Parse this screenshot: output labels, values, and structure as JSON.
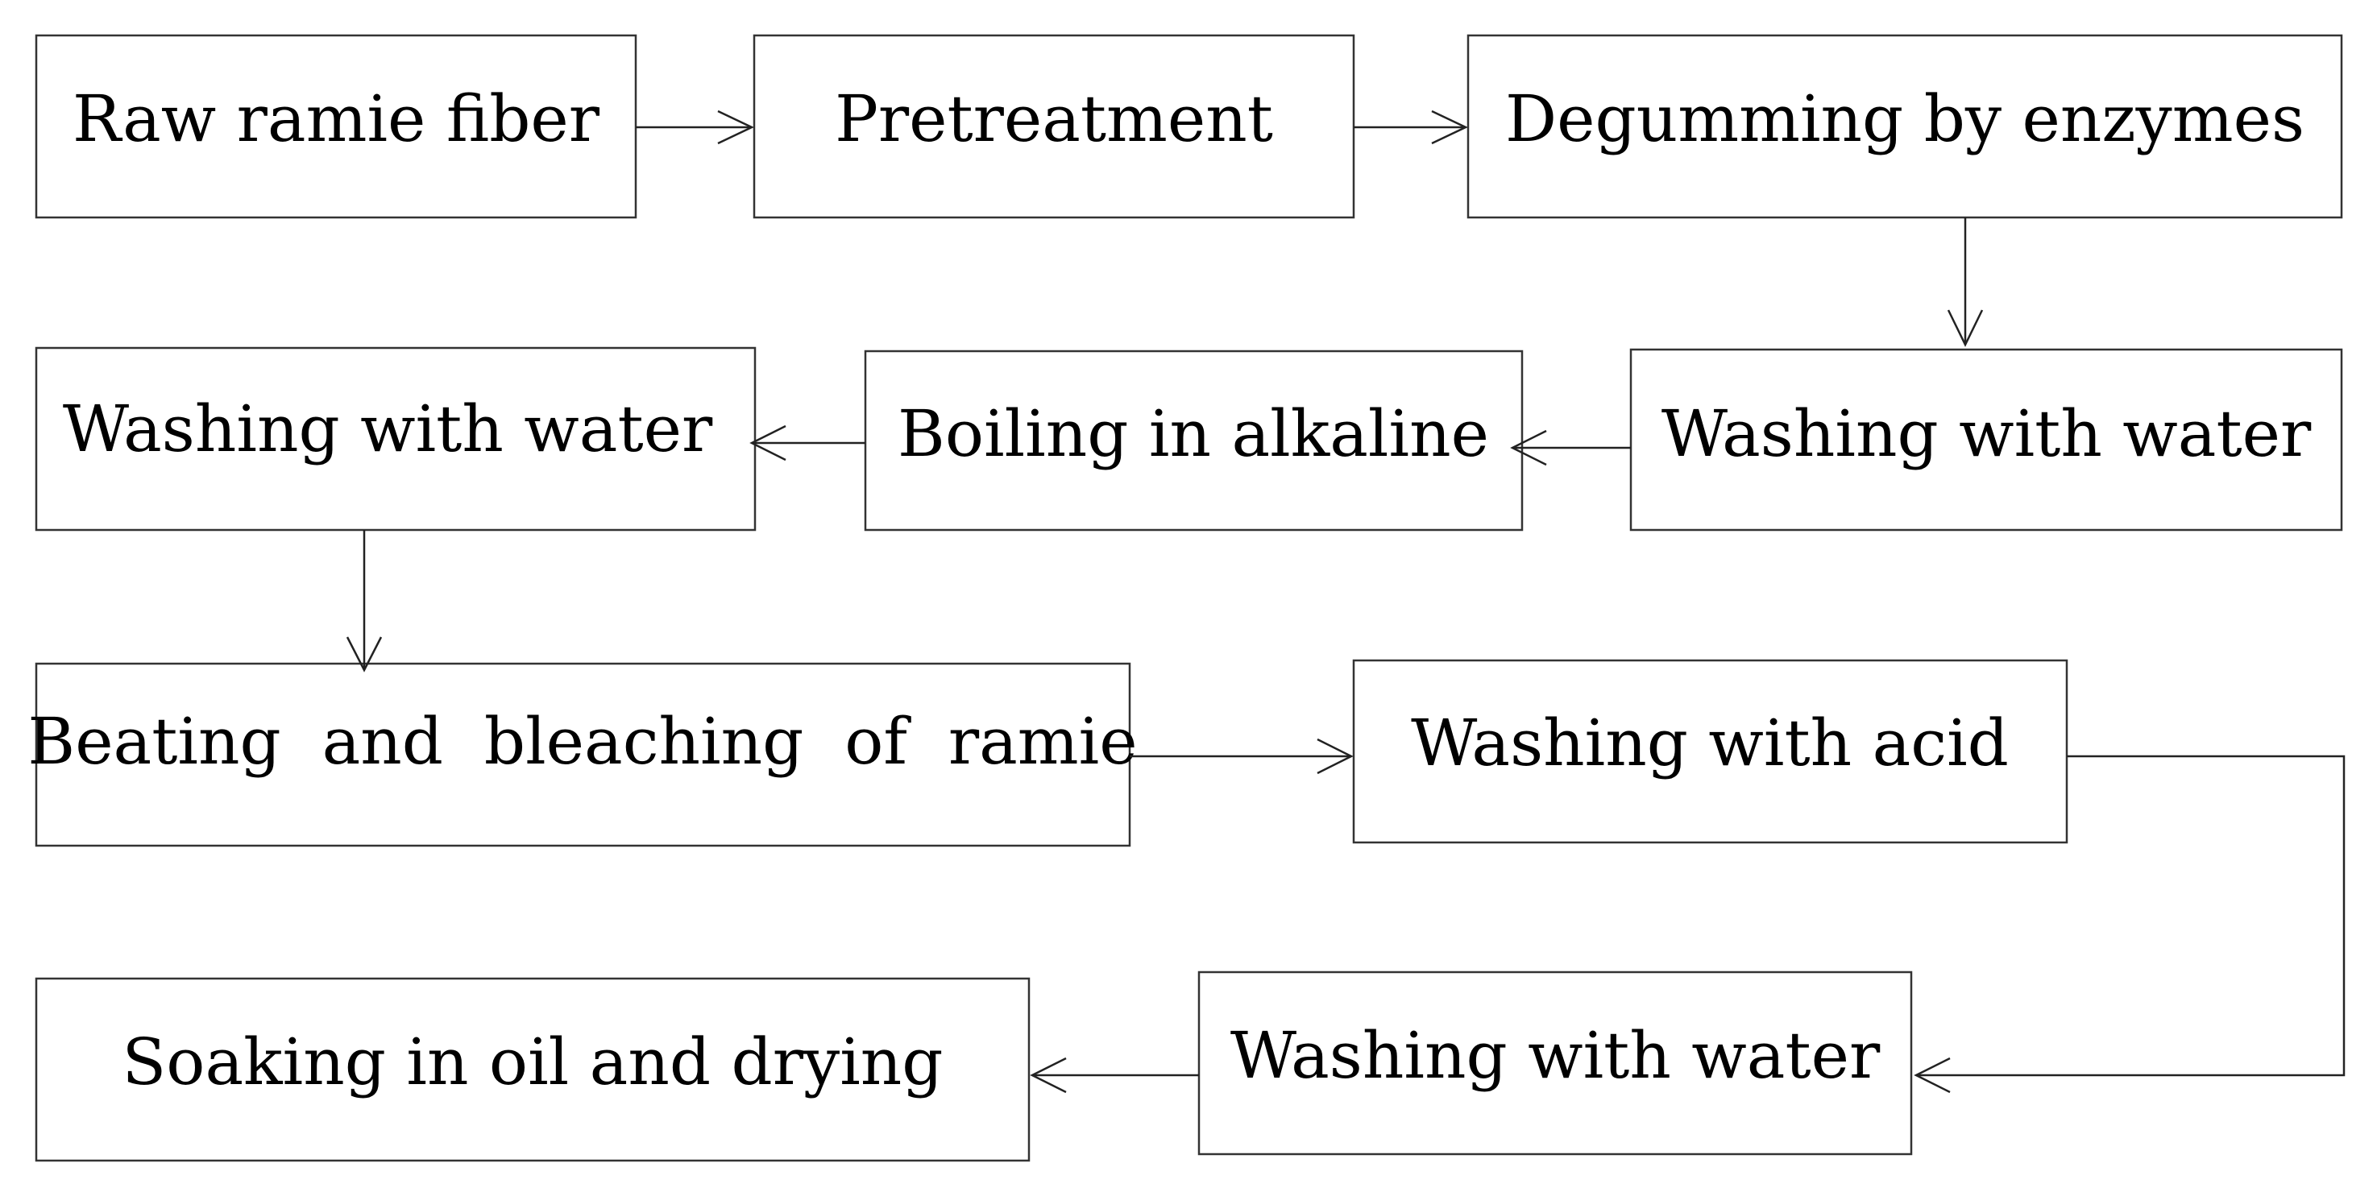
{
  "steps": [
    {
      "id": "raw-ramie-fiber",
      "label": "Raw ramie fiber"
    },
    {
      "id": "pretreatment",
      "label": "Pretreatment"
    },
    {
      "id": "degumming-by-enzymes",
      "label": "Degumming by enzymes"
    },
    {
      "id": "washing-with-water-1",
      "label": "Washing with water"
    },
    {
      "id": "boiling-in-alkaline",
      "label": "Boiling in alkaline"
    },
    {
      "id": "washing-with-water-2",
      "label": "Washing with water"
    },
    {
      "id": "beating-and-bleaching",
      "label": "Beating  and  bleaching  of  ramie"
    },
    {
      "id": "washing-with-acid",
      "label": "Washing with acid"
    },
    {
      "id": "washing-with-water-3",
      "label": "Washing with water"
    },
    {
      "id": "soaking-in-oil-and-drying",
      "label": "Soaking in oil and drying"
    }
  ],
  "flow": [
    [
      "raw-ramie-fiber",
      "pretreatment"
    ],
    [
      "pretreatment",
      "degumming-by-enzymes"
    ],
    [
      "degumming-by-enzymes",
      "washing-with-water-1"
    ],
    [
      "washing-with-water-1",
      "boiling-in-alkaline"
    ],
    [
      "boiling-in-alkaline",
      "washing-with-water-2"
    ],
    [
      "washing-with-water-2",
      "beating-and-bleaching"
    ],
    [
      "beating-and-bleaching",
      "washing-with-acid"
    ],
    [
      "washing-with-acid",
      "washing-with-water-3"
    ],
    [
      "washing-with-water-3",
      "soaking-in-oil-and-drying"
    ]
  ]
}
